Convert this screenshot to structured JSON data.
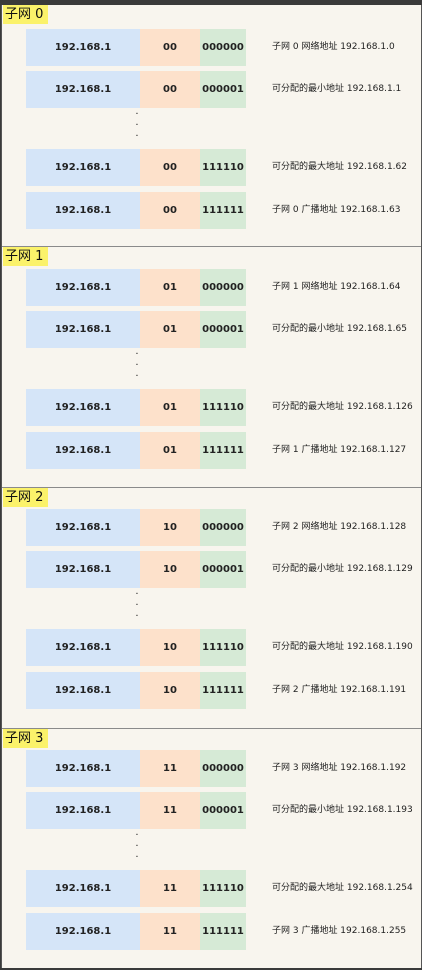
{
  "subnets": [
    {
      "title": "子网 0",
      "rows": [
        {
          "network": "192.168.1",
          "subnet_bits": "00",
          "host_bits": "000000",
          "description": "子网 0 网络地址 192.168.1.0"
        },
        {
          "network": "192.168.1",
          "subnet_bits": "00",
          "host_bits": "000001",
          "description": "可分配的最小地址 192.168.1.1"
        },
        {
          "network": "192.168.1",
          "subnet_bits": "00",
          "host_bits": "111110",
          "description": "可分配的最大地址 192.168.1.62"
        },
        {
          "network": "192.168.1",
          "subnet_bits": "00",
          "host_bits": "111111",
          "description": "子网 0 广播地址 192.168.1.63"
        }
      ]
    },
    {
      "title": "子网 1",
      "rows": [
        {
          "network": "192.168.1",
          "subnet_bits": "01",
          "host_bits": "000000",
          "description": "子网 1 网络地址 192.168.1.64"
        },
        {
          "network": "192.168.1",
          "subnet_bits": "01",
          "host_bits": "000001",
          "description": "可分配的最小地址 192.168.1.65"
        },
        {
          "network": "192.168.1",
          "subnet_bits": "01",
          "host_bits": "111110",
          "description": "可分配的最大地址 192.168.1.126"
        },
        {
          "network": "192.168.1",
          "subnet_bits": "01",
          "host_bits": "111111",
          "description": "子网 1 广播地址 192.168.1.127"
        }
      ]
    },
    {
      "title": "子网 2",
      "rows": [
        {
          "network": "192.168.1",
          "subnet_bits": "10",
          "host_bits": "000000",
          "description": "子网 2 网络地址 192.168.1.128"
        },
        {
          "network": "192.168.1",
          "subnet_bits": "10",
          "host_bits": "000001",
          "description": "可分配的最小地址 192.168.1.129"
        },
        {
          "network": "192.168.1",
          "subnet_bits": "10",
          "host_bits": "111110",
          "description": "可分配的最大地址 192.168.1.190"
        },
        {
          "network": "192.168.1",
          "subnet_bits": "10",
          "host_bits": "111111",
          "description": "子网 2 广播地址 192.168.1.191"
        }
      ]
    },
    {
      "title": "子网 3",
      "rows": [
        {
          "network": "192.168.1",
          "subnet_bits": "11",
          "host_bits": "000000",
          "description": "子网 3 网络地址 192.168.1.192"
        },
        {
          "network": "192.168.1",
          "subnet_bits": "11",
          "host_bits": "000001",
          "description": "可分配的最小地址 192.168.1.193"
        },
        {
          "network": "192.168.1",
          "subnet_bits": "11",
          "host_bits": "111110",
          "description": "可分配的最大地址 192.168.1.254"
        },
        {
          "network": "192.168.1",
          "subnet_bits": "11",
          "host_bits": "111111",
          "description": "子网 3 广播地址 192.168.1.255"
        }
      ]
    }
  ],
  "colors": {
    "network_field": "#d5e5f8",
    "subnet_field": "#fde1cb",
    "host_field": "#d6ead6",
    "title_highlight": "#fbf26a",
    "background": "#f8f5ee"
  }
}
